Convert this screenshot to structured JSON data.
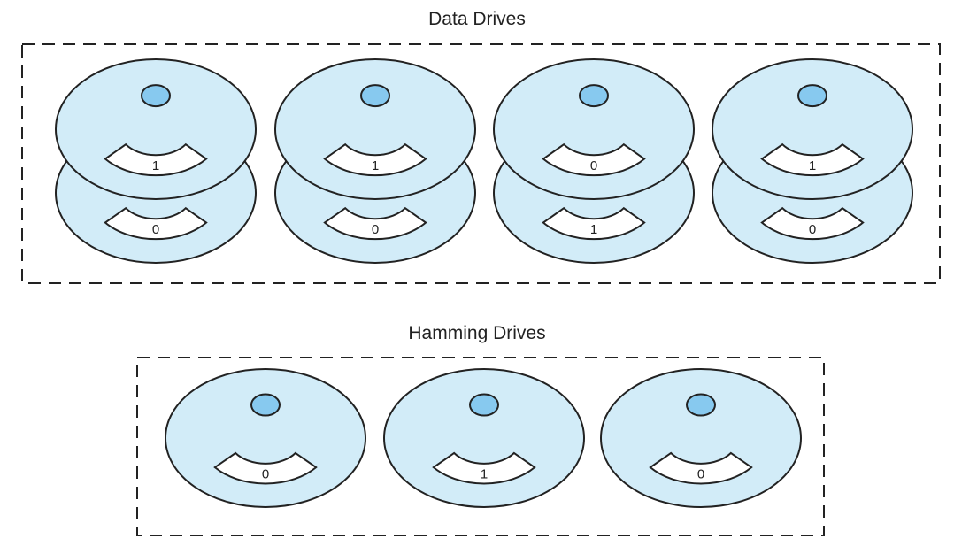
{
  "colors": {
    "platter": "#d2ecf8",
    "hub": "#87c9ef",
    "outline": "#222222",
    "sector": "#ffffff"
  },
  "data_drives": {
    "title": "Data Drives",
    "drives": [
      {
        "top_bit": "1",
        "bottom_bit": "0"
      },
      {
        "top_bit": "1",
        "bottom_bit": "0"
      },
      {
        "top_bit": "0",
        "bottom_bit": "1"
      },
      {
        "top_bit": "1",
        "bottom_bit": "0"
      }
    ]
  },
  "hamming_drives": {
    "title": "Hamming Drives",
    "drives": [
      {
        "bit": "0"
      },
      {
        "bit": "1"
      },
      {
        "bit": "0"
      }
    ]
  }
}
